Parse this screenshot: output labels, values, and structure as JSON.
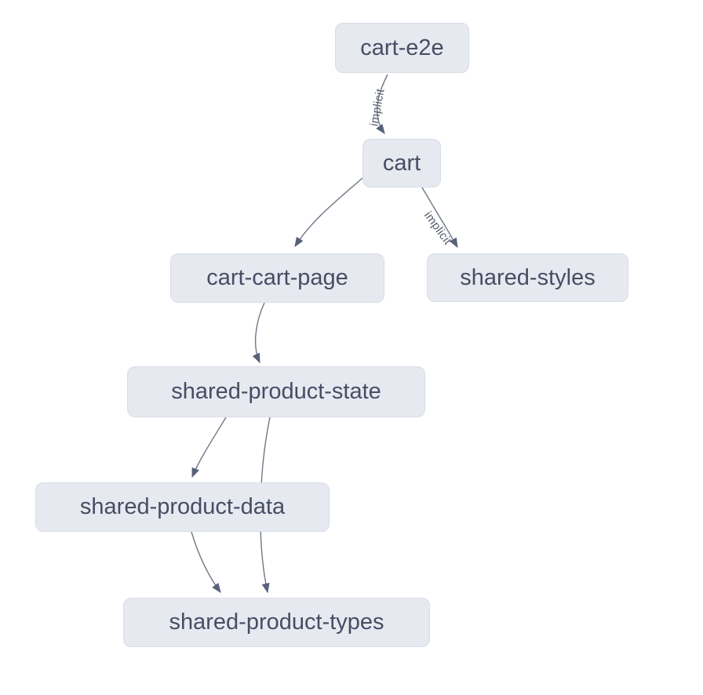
{
  "diagram": {
    "type": "project-dependency-graph",
    "colors": {
      "background": "#ffffff",
      "node_fill": "#e6e9f0",
      "node_border": "#d9dde6",
      "node_text": "#454e63",
      "edge_stroke": "#717787",
      "arrowhead": "#59617a",
      "edge_label_text": "#565d6e"
    },
    "nodes": [
      {
        "id": "cart-e2e",
        "label": "cart-e2e"
      },
      {
        "id": "cart",
        "label": "cart"
      },
      {
        "id": "cart-cart-page",
        "label": "cart-cart-page"
      },
      {
        "id": "shared-styles",
        "label": "shared-styles"
      },
      {
        "id": "shared-product-state",
        "label": "shared-product-state"
      },
      {
        "id": "shared-product-data",
        "label": "shared-product-data"
      },
      {
        "id": "shared-product-types",
        "label": "shared-product-types"
      }
    ],
    "edges": [
      {
        "from": "cart-e2e",
        "to": "cart",
        "label": "implicit"
      },
      {
        "from": "cart",
        "to": "cart-cart-page",
        "label": ""
      },
      {
        "from": "cart",
        "to": "shared-styles",
        "label": "implicit"
      },
      {
        "from": "cart-cart-page",
        "to": "shared-product-state",
        "label": ""
      },
      {
        "from": "shared-product-state",
        "to": "shared-product-data",
        "label": ""
      },
      {
        "from": "shared-product-state",
        "to": "shared-product-types",
        "label": ""
      },
      {
        "from": "shared-product-data",
        "to": "shared-product-types",
        "label": ""
      }
    ]
  }
}
